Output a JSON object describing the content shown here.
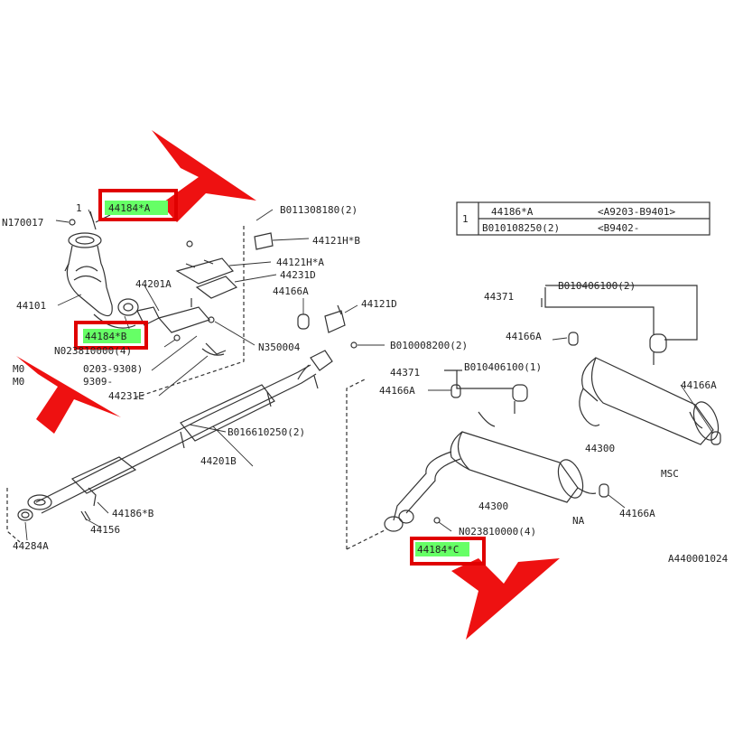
{
  "diagram": {
    "figure_id": "A440001024",
    "parts": {
      "p44184A": "44184*A",
      "p44184B": "44184*B",
      "p44184C": "44184*C",
      "pN170017": "N170017",
      "p44101": "44101",
      "p44201A": "44201A",
      "pN023810000a": "N023810000(4)",
      "pM_line1": "M0",
      "pM_line1b": "0203-9308)",
      "pM_line2": "M0",
      "pM_line2b": "9309-",
      "p44231E": "44231E",
      "pB011308180": "B011308180(2)",
      "p44121HB": "44121H*B",
      "p44121HA": "44121H*A",
      "p44231D": "44231D",
      "p44166A_1": "44166A",
      "p44121D": "44121D",
      "pN350004": "N350004",
      "pB010008200": "B010008200(2)",
      "pB016610250": "B016610250(2)",
      "p44201B": "44201B",
      "p44186B": "44186*B",
      "p44156": "44156",
      "p44284A": "44284A",
      "p44371_1": "44371",
      "pB010406100a": "B010406100(2)",
      "p44166A_2": "44166A",
      "p44371_2": "44371",
      "pB010406100b": "B010406100(1)",
      "p44166A_3": "44166A",
      "p44166A_4": "44166A",
      "p44300_1": "44300",
      "pMSC": "MSC",
      "p44300_2": "44300",
      "pNA": "NA",
      "p44166A_5": "44166A",
      "pN023810000b": "N023810000(4)"
    },
    "table": {
      "index": "1",
      "row1_part": "44186*A",
      "row1_range": "<A9203-B9401>",
      "row2_part": "B010108250(2)",
      "row2_range": "<B9402-"
    },
    "index_marker": "1"
  },
  "colors": {
    "highlight": "#66ff66",
    "box": "#e00000",
    "arrow": "#ee1111",
    "line": "#333333"
  }
}
